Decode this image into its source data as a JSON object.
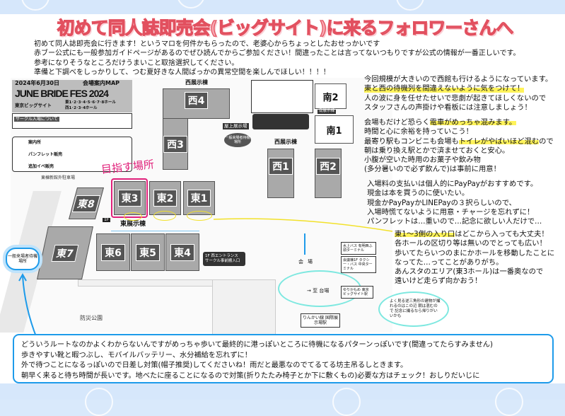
{
  "title": "初めて同人誌即売会(ビッグサイト)に来るフォロワーさんへ",
  "intro": [
    "初めて同人誌即売会に行きます！というマロを何件かもらったので、老婆心からちょっとしたおせっかいです",
    "赤ブー公式にも一般参加ガイドページがあるのでぜひ読んでからご参加ください！間違ったことは言ってないつもりですが公式の情報が一番正しいです。",
    "参考になりそうなところだけうまいこと取捨選択してください。",
    "準備と下調べをしっかりして、つむ夏好きな人間ばっかの異常空間を楽しんでほしい！！！！"
  ],
  "map": {
    "date": "2024年6月30日",
    "map_label": "会場案内MAP",
    "event": "JUNE BRIDE FES 2024",
    "venue": "東京ビッグサイト",
    "halls_east": "東1･2･3･4･5･6･7･8ホール",
    "halls_west": "西1･2･3･4ホール",
    "circle_entry": "サークル入場について",
    "info": "案内所",
    "pamphlet": "パンフレット販売",
    "event_sales": "追加イベ販売",
    "target_note": "目指す場所",
    "waiting_area": "一般来場者待機場所",
    "west_building": "西展示棟",
    "east_building": "東展示棟",
    "roof": "屋上展示場",
    "south_building": "南展示棟",
    "park": "防災公園",
    "parking": "東棟新館外駐車場",
    "halls": {
      "e1": "東1",
      "e2": "東2",
      "e3": "東3",
      "e4": "東4",
      "e5": "東5",
      "e6": "東6",
      "e7": "東7",
      "e8": "東8",
      "w1": "西1",
      "w2": "西2",
      "w3": "西3",
      "w4": "西4",
      "s1": "南1",
      "s2": "南2"
    },
    "venue_word": "会場",
    "to_daiba": "→ 至 台場",
    "yurikamome": "ゆりかもめ 東京ビッグサイト駅",
    "rinkai": "りんかい線 国際展示場駅",
    "water_bus": "水上バス 有明西ふ頭ターミナル",
    "taxi": "会議棟1F タクシー・バス 中央ターミナル",
    "entrance_1f": "1F 西エントランス サークル事前搬入口",
    "floor": "1F",
    "bubble": "よく見る逆三角形の建物が撮れるのはこの辺 朝は混むので 記念に撮るなら帰りがいいかも"
  },
  "right": {
    "p1": [
      "今回規模が大きいので西館も行けるようになっています。",
      "東と西の待機列を間違えないように気をつけて！",
      "人の波に身を任せたせいで悲劇が起きてほしくないので",
      "スタッフさんの声掛けや看板には注意しましょう！"
    ],
    "p2a": "会場もだけど恐らく",
    "p2b": "電車がめっちゃ混みます。",
    "p2c": "時間と心に余裕を持っていこう！",
    "p2d": "最寄り駅もコンビニも会場も",
    "p2e": "トイレがやばいほど混む",
    "p2f": "ので",
    "p2g": [
      "朝は乗り換え駅とかで済ませておくと安心。",
      "小腹が空いた時用のお菓子や飲み物",
      "(多分暑いので必ず飲んで)は事前に用意！"
    ],
    "p3": [
      "入場料の支払いは個人的にPayPayがおすすめです。",
      "現金は本を買うのに使いたい。",
      "現金かPayPayかLINEPayの３択らしいので、",
      "入場時慌てないように用意・チャージを忘れずに！",
      "パンフレットは…重いので…記念に欲しい人だけで…"
    ],
    "p4a": "東1〜3側の入り口",
    "p4b": "はどこから入っても大丈夫！",
    "p4": [
      "各ホールの区切り等は無いのでとっても広い！",
      "歩いてたらいつのまにかホールを移動したことに",
      "なってた…ってことがありがち。",
      "あんスタのエリア(東3ホール)は一番奥なので",
      "遠いけど走らず向かおう！"
    ]
  },
  "bottom": [
    "どういうルートなのかよくわからないんですがめっちゃ歩いて最終的に港っぽいところに待機になるパターンっぽいです(間違ってたらすみません)",
    "歩きやすい靴と暇つぶし、モバイルバッテリー、水分補給を忘れずに！",
    "外で待つことになるっぽいので日差し対策(帽子推奨)してくださいね！雨だと最悪なのでてるてる坊主吊るしときます。",
    "朝早く来ると待ち時間が長いです。地べたに座ることになるので対策(折りたたみ椅子とか下に敷くもの)必要な方はチェック！おしりだいじに"
  ],
  "colors": {
    "title": "#f8a6b0",
    "highlight": "#fff35a",
    "accent_blue": "#1e9bea",
    "magenta": "#e0207a",
    "cyan": "#7ee8e0"
  }
}
